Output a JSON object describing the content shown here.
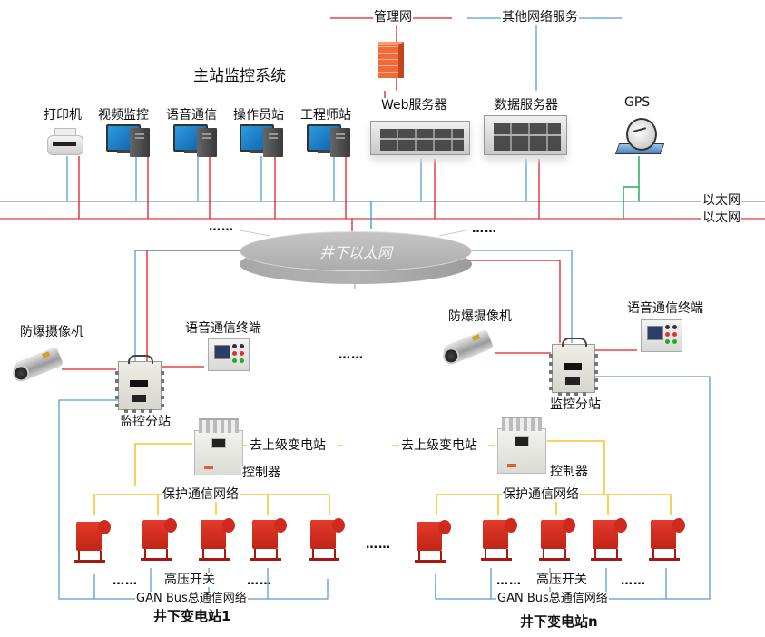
{
  "top_networks": {
    "management": "管理网",
    "other_services": "其他网络服务"
  },
  "main_station": {
    "title": "主站监控系统",
    "devices": [
      {
        "label": "打印机",
        "icon": "printer-icon"
      },
      {
        "label": "视频监控",
        "icon": "computer-icon"
      },
      {
        "label": "语音通信",
        "icon": "computer-icon"
      },
      {
        "label": "操作员站",
        "icon": "computer-icon"
      },
      {
        "label": "工程师站",
        "icon": "computer-icon"
      }
    ],
    "servers": [
      {
        "label": "Web服务器",
        "icon": "rack-server-icon"
      },
      {
        "label": "数据服务器",
        "icon": "rack-server-icon"
      }
    ],
    "gps": {
      "label": "GPS",
      "icon": "satellite-dish-icon"
    },
    "firewall_icon": "firewall-icon"
  },
  "backbone": {
    "ethernet_blue": "以太网",
    "ethernet_red": "以太网",
    "underground_network": "井下以太网",
    "more": "……"
  },
  "substations": [
    {
      "name": "井下变电站1",
      "camera": "防爆摄像机",
      "voice_terminal": "语音通信终端",
      "monitor_substation": "监控分站",
      "upstream": "去上级变电站",
      "controller": "控制器",
      "protection_network": "保护通信网络",
      "hv_switch": "高压开关",
      "bus_network": "GAN Bus总通信网络",
      "ellipsis": "……"
    },
    {
      "name": "井下变电站n",
      "camera": "防爆摄像机",
      "voice_terminal": "语音通信终端",
      "monitor_substation": "监控分站",
      "upstream": "去上级变电站",
      "controller": "控制器",
      "protection_network": "保护通信网络",
      "hv_switch": "高压开关",
      "bus_network": "GAN Bus总通信网络",
      "ellipsis": "……"
    }
  ],
  "between_substations": "……",
  "colors": {
    "red_net": "#e8191e",
    "blue_net": "#5b9bd5",
    "green_link": "#1fb05a",
    "yellow_bus": "#f5b800",
    "cyan_link": "#1aa0d8"
  }
}
